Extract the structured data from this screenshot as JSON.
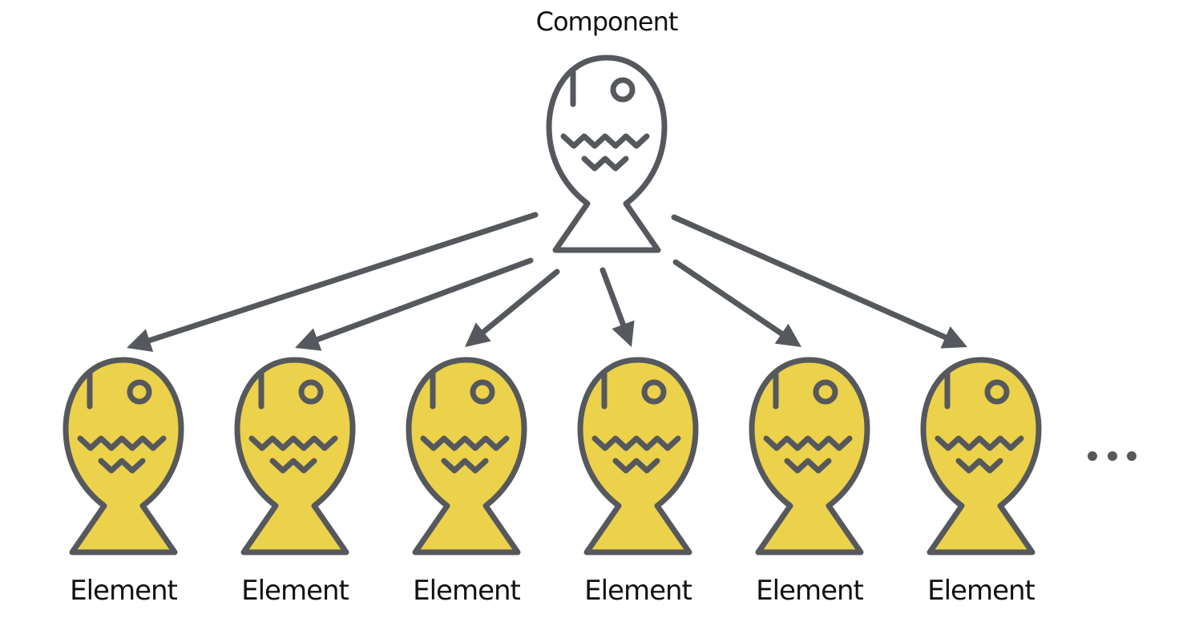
{
  "diagram": {
    "parent": {
      "label": "Component",
      "icon": "fish-bun-icon",
      "fill": "#ffffff"
    },
    "children": [
      {
        "label": "Element",
        "icon": "fish-bun-icon",
        "fill": "#ecd14a"
      },
      {
        "label": "Element",
        "icon": "fish-bun-icon",
        "fill": "#ecd14a"
      },
      {
        "label": "Element",
        "icon": "fish-bun-icon",
        "fill": "#ecd14a"
      },
      {
        "label": "Element",
        "icon": "fish-bun-icon",
        "fill": "#ecd14a"
      },
      {
        "label": "Element",
        "icon": "fish-bun-icon",
        "fill": "#ecd14a"
      },
      {
        "label": "Element",
        "icon": "fish-bun-icon",
        "fill": "#ecd14a"
      }
    ],
    "continuation": "...",
    "colors": {
      "outline": "#55585c",
      "arrow": "#55585c",
      "text": "#111111"
    }
  }
}
